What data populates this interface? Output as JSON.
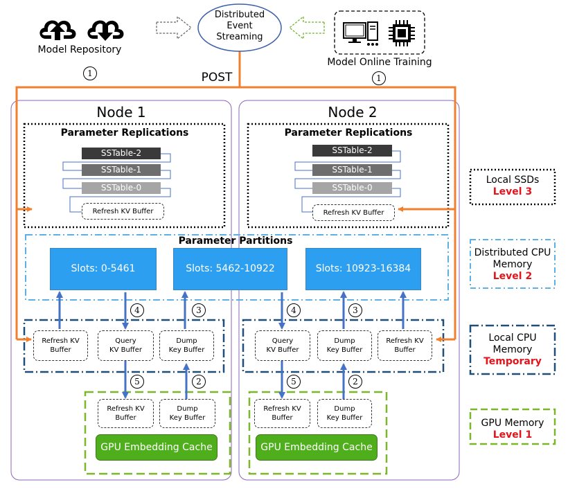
{
  "top": {
    "model_repository": "Model Repository",
    "event_streaming": [
      "Distributed",
      "Event",
      "Streaming"
    ],
    "model_online_training": "Model Online Training",
    "post_label": "POST",
    "step1": "1"
  },
  "nodes": [
    {
      "title": "Node 1",
      "replications_title": "Parameter Replications",
      "sstables": [
        "SSTable-2",
        "SSTable-1",
        "SSTable-0"
      ],
      "refresh_label": "Refresh KV Buffer",
      "cpu_buffers": [
        [
          "Refresh KV",
          "Buffer"
        ],
        [
          "Query",
          "KV Buffer"
        ],
        [
          "Dump",
          "Key Buffer"
        ]
      ],
      "gpu_buffers": [
        [
          "Refresh KV",
          "Buffer"
        ],
        [
          "Dump",
          "Key Buffer"
        ]
      ],
      "gpu_cache": "GPU Embedding Cache"
    },
    {
      "title": "Node 2",
      "replications_title": "Parameter Replications",
      "sstables": [
        "SSTable-2",
        "SSTable-1",
        "SSTable-0"
      ],
      "refresh_label": "Refresh KV Buffer",
      "cpu_buffers": [
        [
          "Query",
          "KV Buffer"
        ],
        [
          "Dump",
          "Key Buffer"
        ],
        [
          "Refresh KV",
          "Buffer"
        ]
      ],
      "gpu_buffers": [
        [
          "Refresh KV",
          "Buffer"
        ],
        [
          "Dump",
          "Key Buffer"
        ]
      ],
      "gpu_cache": "GPU Embedding Cache"
    }
  ],
  "partitions": {
    "title": "Parameter Partitions",
    "slots": [
      "Slots: 0-5461",
      "Slots: 5462-10922",
      "Slots: 10923-16384"
    ]
  },
  "steps": [
    "1",
    "2",
    "3",
    "4",
    "5"
  ],
  "legend": [
    {
      "label": [
        "Local SSDs"
      ],
      "level": "Level 3"
    },
    {
      "label": [
        "Distributed CPU",
        "Memory"
      ],
      "level": "Level 2"
    },
    {
      "label": [
        "Local CPU",
        "Memory"
      ],
      "level": "Temporary"
    },
    {
      "label": [
        "GPU Memory"
      ],
      "level": "Level 1"
    }
  ],
  "colors": {
    "orange": "#f07f2e",
    "blue_arrow": "#4472c4",
    "slot_blue": "#2c9ff0",
    "green": "#7ab829",
    "gpu_green": "#4fae1c",
    "purple": "#8a64b8",
    "red": "#e3141b",
    "sstable_2": "#3a3a3a",
    "sstable_1": "#6e6e6e",
    "sstable_0": "#a5a5a5"
  },
  "icons": [
    "cloud-upload-icon",
    "cloud-download-icon",
    "monitor-icon",
    "computer-tower-icon",
    "chip-icon"
  ]
}
